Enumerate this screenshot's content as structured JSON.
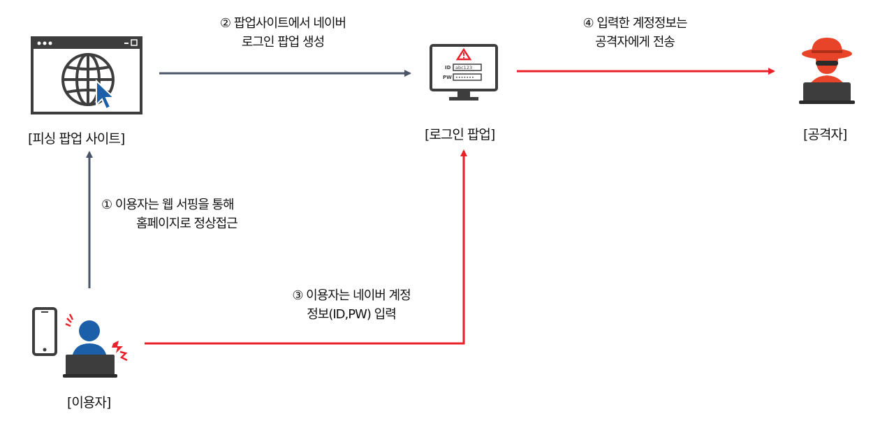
{
  "nodes": {
    "phishing_site": {
      "label": "[피싱 팝업 사이트]"
    },
    "login_popup": {
      "label": "[로그인 팝업]",
      "id_label": "ID",
      "id_value": "abc123",
      "pw_label": "PW",
      "pw_value": "•••••••"
    },
    "attacker": {
      "label": "[공격자]"
    },
    "user": {
      "label": "[이용자]"
    }
  },
  "steps": {
    "step1": {
      "line1": "① 이용자는 웹 서핑을 통해",
      "line2": "홈페이지로 정상접근"
    },
    "step2": {
      "line1": "② 팝업사이트에서 네이버",
      "line2": "로그인 팝업 생성"
    },
    "step3": {
      "line1": "③ 이용자는 네이버 계정",
      "line2": "정보(ID,PW) 입력"
    },
    "step4": {
      "line1": "④ 입력한 계정정보는",
      "line2": "공격자에게 전송"
    }
  },
  "colors": {
    "dark_arrow": "#4a5568",
    "red_arrow": "#e8212a",
    "icon_dark": "#3d3d3d",
    "icon_blue": "#1a5fa8",
    "attacker_red": "#e8442a"
  }
}
